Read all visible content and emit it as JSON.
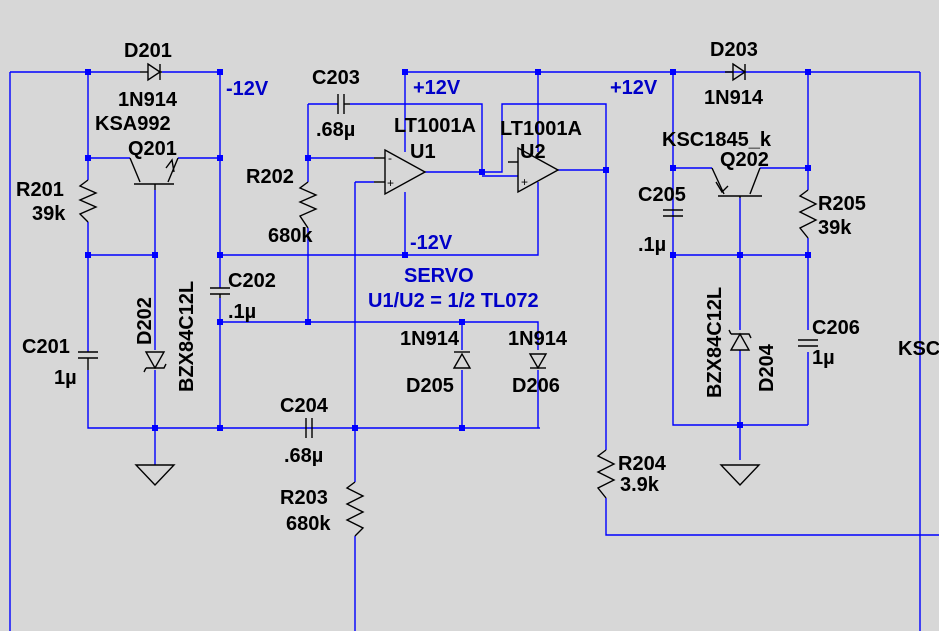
{
  "schematic": {
    "components": {
      "D201": {
        "ref": "D201",
        "value": "1N914"
      },
      "Q201": {
        "ref": "Q201",
        "value": "KSA992"
      },
      "R201": {
        "ref": "R201",
        "value": "39k"
      },
      "D202": {
        "ref": "D202",
        "value": "BZX84C12L"
      },
      "C201": {
        "ref": "C201",
        "value": "1µ"
      },
      "C202": {
        "ref": "C202",
        "value": ".1µ"
      },
      "C203": {
        "ref": "C203",
        "value": ".68µ"
      },
      "R202": {
        "ref": "R202",
        "value": "680k"
      },
      "U1": {
        "ref": "U1",
        "value": "LT1001A"
      },
      "U2": {
        "ref": "U2",
        "value": "LT1001A"
      },
      "C204": {
        "ref": "C204",
        "value": ".68µ"
      },
      "R203": {
        "ref": "R203",
        "value": "680k"
      },
      "D205": {
        "ref": "D205",
        "value": "1N914"
      },
      "D206": {
        "ref": "D206",
        "value": "1N914"
      },
      "D203": {
        "ref": "D203",
        "value": "1N914"
      },
      "Q202": {
        "ref": "Q202",
        "value": "KSC1845_k"
      },
      "C205": {
        "ref": "C205",
        "value": ".1µ"
      },
      "R205": {
        "ref": "R205",
        "value": "39k"
      },
      "D204": {
        "ref": "D204",
        "value": "BZX84C12L"
      },
      "C206": {
        "ref": "C206",
        "value": "1µ"
      },
      "R204": {
        "ref": "R204",
        "value": "3.9k"
      }
    },
    "nets": {
      "neg12_left": "-12V",
      "pos12_u1": "+12V",
      "pos12_right": "+12V",
      "neg12_opamp": "-12V"
    },
    "annotations": {
      "servo": "SERVO",
      "opamp_note": "U1/U2 = 1/2 TL072",
      "cutoff_label": "KSC"
    },
    "colors": {
      "background": "#d7d7d7",
      "wire": "#0000ff",
      "component": "#000000",
      "net_label": "#0000c8"
    }
  }
}
